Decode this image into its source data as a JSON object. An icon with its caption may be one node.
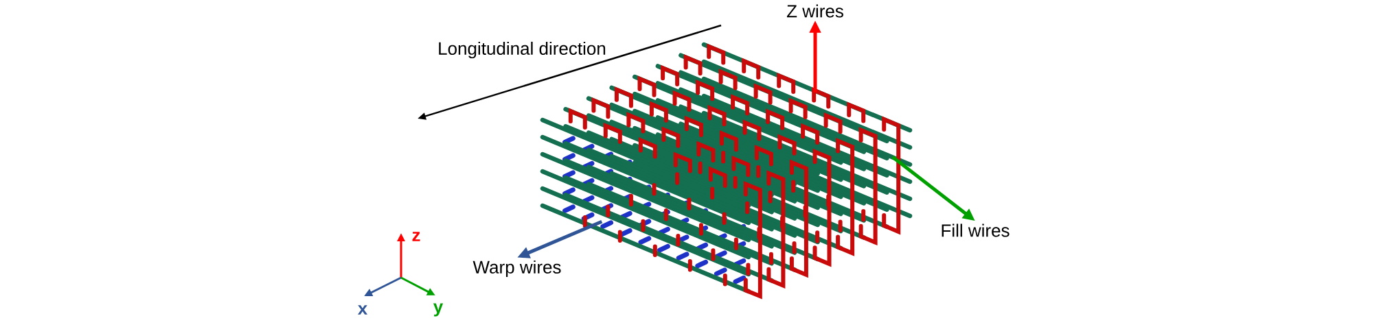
{
  "diagram": {
    "nodes": [
      {
        "text": [],
        "shape": "picture"
      },
      {
        "text": [
          "Z wires"
        ]
      },
      {
        "text": [
          "Fill wires"
        ]
      },
      {
        "text": [
          "Warp wires"
        ]
      }
    ],
    "edges": [
      {
        "from": 0,
        "to": 1,
        "arrow": "to",
        "color": "#ff0000"
      },
      {
        "from": 0,
        "to": 2,
        "arrow": "to",
        "color": "#00a000"
      },
      {
        "from": 0,
        "to": 3,
        "arrow": "to",
        "color": "#2f5597"
      }
    ],
    "labels": [
      "Longitudinal direction",
      "z",
      "x",
      "y"
    ]
  }
}
